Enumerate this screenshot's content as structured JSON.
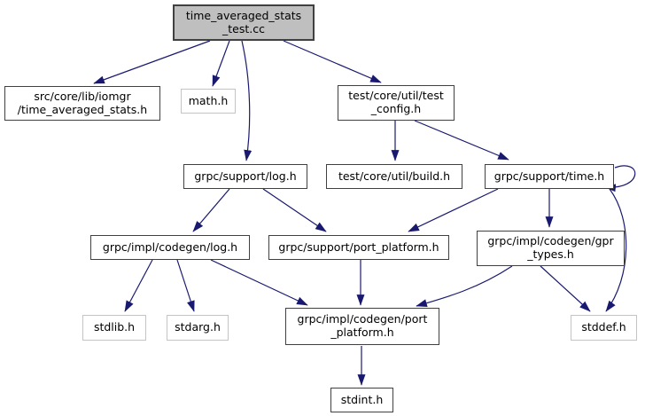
{
  "diagram": {
    "type": "include-dependency-graph",
    "colors": {
      "edge": "#191970",
      "root_fill": "#bfbfbf",
      "node_fill": "#ffffff",
      "node_border": "#404040",
      "external_border": "#c4c4c4",
      "text": "#000000",
      "background": "#ffffff"
    },
    "nodes": {
      "test_cc": {
        "label": "time_averaged_stats\n_test.cc",
        "type": "root"
      },
      "src_iomgr": {
        "label": "src/core/lib/iomgr\n/time_averaged_stats.h",
        "type": "internal"
      },
      "math_h": {
        "label": "math.h",
        "type": "external"
      },
      "test_config": {
        "label": "test/core/util/test\n_config.h",
        "type": "internal"
      },
      "support_log": {
        "label": "grpc/support/log.h",
        "type": "internal"
      },
      "build_h": {
        "label": "test/core/util/build.h",
        "type": "internal"
      },
      "time_h": {
        "label": "grpc/support/time.h",
        "type": "internal"
      },
      "codegen_log": {
        "label": "grpc/impl/codegen/log.h",
        "type": "internal"
      },
      "support_pp": {
        "label": "grpc/support/port_platform.h",
        "type": "internal"
      },
      "gpr_types": {
        "label": "grpc/impl/codegen/gpr\n_types.h",
        "type": "internal"
      },
      "stdlib_h": {
        "label": "stdlib.h",
        "type": "external"
      },
      "stdarg_h": {
        "label": "stdarg.h",
        "type": "external"
      },
      "codegen_pp": {
        "label": "grpc/impl/codegen/port\n_platform.h",
        "type": "internal"
      },
      "stddef_h": {
        "label": "stddef.h",
        "type": "external"
      },
      "stdint_h": {
        "label": "stdint.h",
        "type": "internal"
      }
    },
    "edges": [
      {
        "from": "time_averaged_stats_test.cc",
        "to": "src/core/lib/iomgr/time_averaged_stats.h"
      },
      {
        "from": "time_averaged_stats_test.cc",
        "to": "math.h"
      },
      {
        "from": "time_averaged_stats_test.cc",
        "to": "grpc/support/log.h"
      },
      {
        "from": "time_averaged_stats_test.cc",
        "to": "test/core/util/test_config.h"
      },
      {
        "from": "test/core/util/test_config.h",
        "to": "test/core/util/build.h"
      },
      {
        "from": "test/core/util/test_config.h",
        "to": "grpc/support/time.h"
      },
      {
        "from": "grpc/support/log.h",
        "to": "grpc/impl/codegen/log.h"
      },
      {
        "from": "grpc/support/log.h",
        "to": "grpc/support/port_platform.h"
      },
      {
        "from": "grpc/support/time.h",
        "to": "grpc/support/port_platform.h"
      },
      {
        "from": "grpc/support/time.h",
        "to": "grpc/impl/codegen/gpr_types.h"
      },
      {
        "from": "grpc/support/time.h",
        "to": "grpc/support/time.h"
      },
      {
        "from": "grpc/support/time.h",
        "to": "stddef.h"
      },
      {
        "from": "grpc/impl/codegen/log.h",
        "to": "stdlib.h"
      },
      {
        "from": "grpc/impl/codegen/log.h",
        "to": "stdarg.h"
      },
      {
        "from": "grpc/impl/codegen/log.h",
        "to": "grpc/impl/codegen/port_platform.h"
      },
      {
        "from": "grpc/support/port_platform.h",
        "to": "grpc/impl/codegen/port_platform.h"
      },
      {
        "from": "grpc/impl/codegen/gpr_types.h",
        "to": "grpc/impl/codegen/port_platform.h"
      },
      {
        "from": "grpc/impl/codegen/gpr_types.h",
        "to": "stddef.h"
      },
      {
        "from": "grpc/impl/codegen/port_platform.h",
        "to": "stdint.h"
      }
    ]
  }
}
